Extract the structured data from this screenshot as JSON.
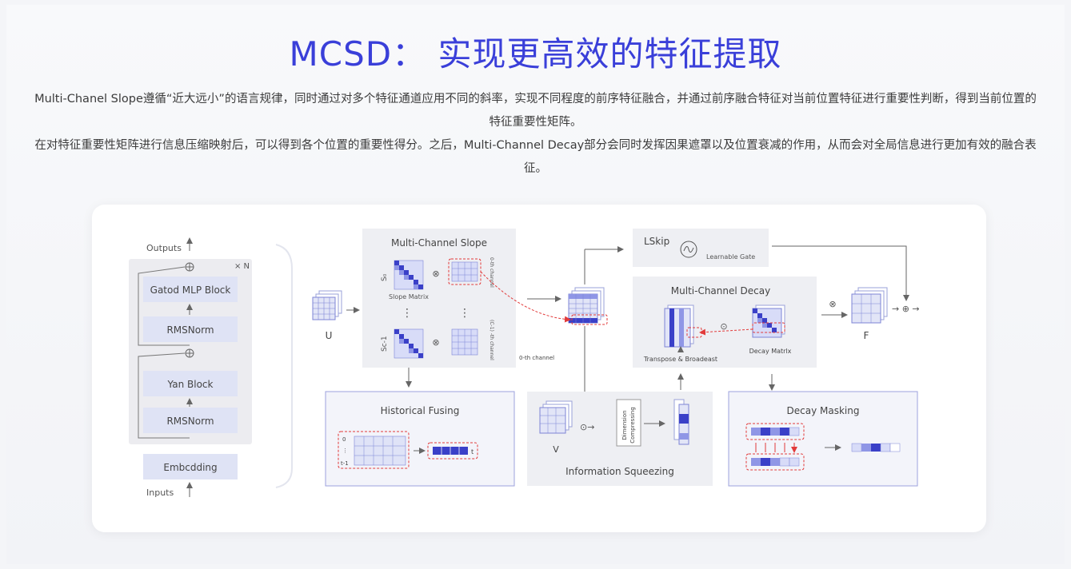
{
  "title": "MCSD： 实现更高效的特征提取",
  "description": {
    "p1": "Multi-Chanel Slope遵循“近大远小”的语言规律，同时通过对多个特征通道应用不同的斜率，实现不同程度的前序特征融合，并通过前序融合特征对当前位置特征进行重要性判断，得到当前位置的特征重要性矩阵。",
    "p2": "在对特征重要性矩阵进行信息压缩映射后，可以得到各个位置的重要性得分。之后，Multi-Channel Decay部分会同时发挥因果遮罩以及位置衰减的作用，从而会对全局信息进行更加有效的融合表征。"
  },
  "diagram": {
    "outputs": "Outputs",
    "inputs": "Inputs",
    "times_n": "× N",
    "gated_mlp": "Gatod MLP Block",
    "rmsnorm1": "RMSNorm",
    "yan_block": "Yan Block",
    "rmsnorm2": "RMSNorm",
    "embedding": "Embcdding",
    "u": "U",
    "mcs_title": "Multi-Channel Slope",
    "slope_matrix": "Slope Matrix",
    "s0": "S₀",
    "sc1": "Sc-1",
    "ch0_vert": "0-th channel",
    "chc_vert": "(C-1) -th channel",
    "ch0_label": "0-th channel",
    "lskip": "LSkip",
    "learnable_gate": "Learnable Gate",
    "mcd_title": "Multi-Channel Decay",
    "transpose": "Transpose  & Broadeast",
    "decay_matrix": "Decay Matrlx",
    "f": "F",
    "hist_title": "Historical Fusing",
    "hist_t": "t",
    "hist_0": "0",
    "hist_dots": "⋮",
    "hist_t1": "t-1",
    "info_title": "Information Squeezing",
    "v": "V",
    "dim_comp1": "Dimension",
    "dim_comp2": "Compressing",
    "dm_title": "Decay Masking"
  },
  "colors": {
    "title": "#3a3fd9",
    "cell_light": "#d8dcf8",
    "cell_mid": "#8f96e6",
    "cell_dark": "#3a40c8",
    "arrow_red": "#e23a3a",
    "block_bg": "#dfe3f5"
  }
}
